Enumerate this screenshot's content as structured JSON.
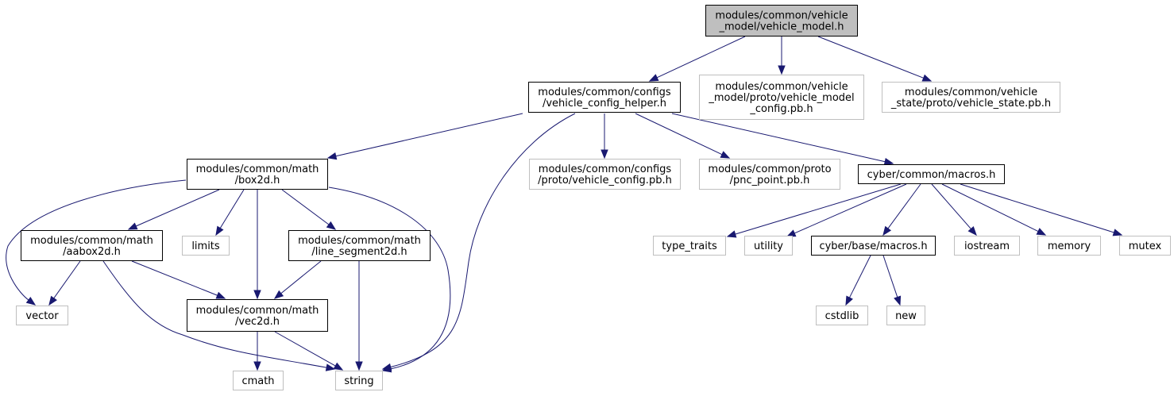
{
  "diagram": {
    "colors": {
      "root_fill": "#bfbfbf",
      "documented_border": "#000000",
      "external_border": "#bfbfbf",
      "edge": "#191970"
    },
    "nodes": {
      "vehicle_model": {
        "lines": [
          "modules/common/vehicle",
          "_model/vehicle_model.h"
        ],
        "kind": "root"
      },
      "vehicle_config_helper": {
        "lines": [
          "modules/common/configs",
          "/vehicle_config_helper.h"
        ],
        "kind": "documented"
      },
      "vehicle_model_config_pb": {
        "lines": [
          "modules/common/vehicle",
          "_model/proto/vehicle_model",
          "_config.pb.h"
        ],
        "kind": "external"
      },
      "vehicle_state_pb": {
        "lines": [
          "modules/common/vehicle",
          "_state/proto/vehicle_state.pb.h"
        ],
        "kind": "external"
      },
      "box2d": {
        "lines": [
          "modules/common/math",
          "/box2d.h"
        ],
        "kind": "documented"
      },
      "vehicle_config_pb": {
        "lines": [
          "modules/common/configs",
          "/proto/vehicle_config.pb.h"
        ],
        "kind": "external"
      },
      "pnc_point_pb": {
        "lines": [
          "modules/common/proto",
          "/pnc_point.pb.h"
        ],
        "kind": "external"
      },
      "cyber_common_macros": {
        "lines": [
          "cyber/common/macros.h"
        ],
        "kind": "documented"
      },
      "aabox2d": {
        "lines": [
          "modules/common/math",
          "/aabox2d.h"
        ],
        "kind": "documented"
      },
      "limits": {
        "lines": [
          "limits"
        ],
        "kind": "external"
      },
      "line_segment2d": {
        "lines": [
          "modules/common/math",
          "/line_segment2d.h"
        ],
        "kind": "documented"
      },
      "type_traits": {
        "lines": [
          "type_traits"
        ],
        "kind": "external"
      },
      "utility": {
        "lines": [
          "utility"
        ],
        "kind": "external"
      },
      "cyber_base_macros": {
        "lines": [
          "cyber/base/macros.h"
        ],
        "kind": "documented"
      },
      "iostream": {
        "lines": [
          "iostream"
        ],
        "kind": "external"
      },
      "memory": {
        "lines": [
          "memory"
        ],
        "kind": "external"
      },
      "mutex": {
        "lines": [
          "mutex"
        ],
        "kind": "external"
      },
      "vector": {
        "lines": [
          "vector"
        ],
        "kind": "external"
      },
      "vec2d": {
        "lines": [
          "modules/common/math",
          "/vec2d.h"
        ],
        "kind": "documented"
      },
      "cstdlib": {
        "lines": [
          "cstdlib"
        ],
        "kind": "external"
      },
      "new": {
        "lines": [
          "new"
        ],
        "kind": "external"
      },
      "cmath": {
        "lines": [
          "cmath"
        ],
        "kind": "external"
      },
      "string": {
        "lines": [
          "string"
        ],
        "kind": "external"
      }
    },
    "edges": [
      [
        "vehicle_model",
        "vehicle_config_helper"
      ],
      [
        "vehicle_model",
        "vehicle_model_config_pb"
      ],
      [
        "vehicle_model",
        "vehicle_state_pb"
      ],
      [
        "vehicle_config_helper",
        "box2d"
      ],
      [
        "vehicle_config_helper",
        "string"
      ],
      [
        "vehicle_config_helper",
        "vehicle_config_pb"
      ],
      [
        "vehicle_config_helper",
        "pnc_point_pb"
      ],
      [
        "vehicle_config_helper",
        "cyber_common_macros"
      ],
      [
        "box2d",
        "vector"
      ],
      [
        "box2d",
        "aabox2d"
      ],
      [
        "box2d",
        "limits"
      ],
      [
        "box2d",
        "vec2d"
      ],
      [
        "box2d",
        "line_segment2d"
      ],
      [
        "box2d",
        "string"
      ],
      [
        "aabox2d",
        "vector"
      ],
      [
        "aabox2d",
        "vec2d"
      ],
      [
        "aabox2d",
        "string"
      ],
      [
        "line_segment2d",
        "vec2d"
      ],
      [
        "line_segment2d",
        "string"
      ],
      [
        "vec2d",
        "cmath"
      ],
      [
        "vec2d",
        "string"
      ],
      [
        "cyber_common_macros",
        "type_traits"
      ],
      [
        "cyber_common_macros",
        "utility"
      ],
      [
        "cyber_common_macros",
        "cyber_base_macros"
      ],
      [
        "cyber_common_macros",
        "iostream"
      ],
      [
        "cyber_common_macros",
        "memory"
      ],
      [
        "cyber_common_macros",
        "mutex"
      ],
      [
        "cyber_base_macros",
        "cstdlib"
      ],
      [
        "cyber_base_macros",
        "new"
      ]
    ]
  }
}
